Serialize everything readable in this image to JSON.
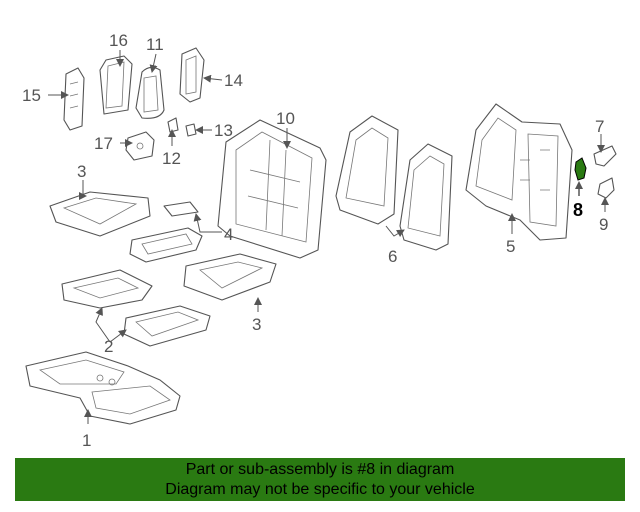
{
  "callouts": [
    "1",
    "2",
    "3",
    "3",
    "4",
    "5",
    "6",
    "7",
    "8",
    "9",
    "10",
    "11",
    "12",
    "13",
    "14",
    "15",
    "16",
    "17"
  ],
  "highlight_color": "#2a7a12",
  "banner": {
    "line1": "Part or sub-assembly is #8 in diagram",
    "line2": "Diagram may not be specific to your vehicle"
  }
}
